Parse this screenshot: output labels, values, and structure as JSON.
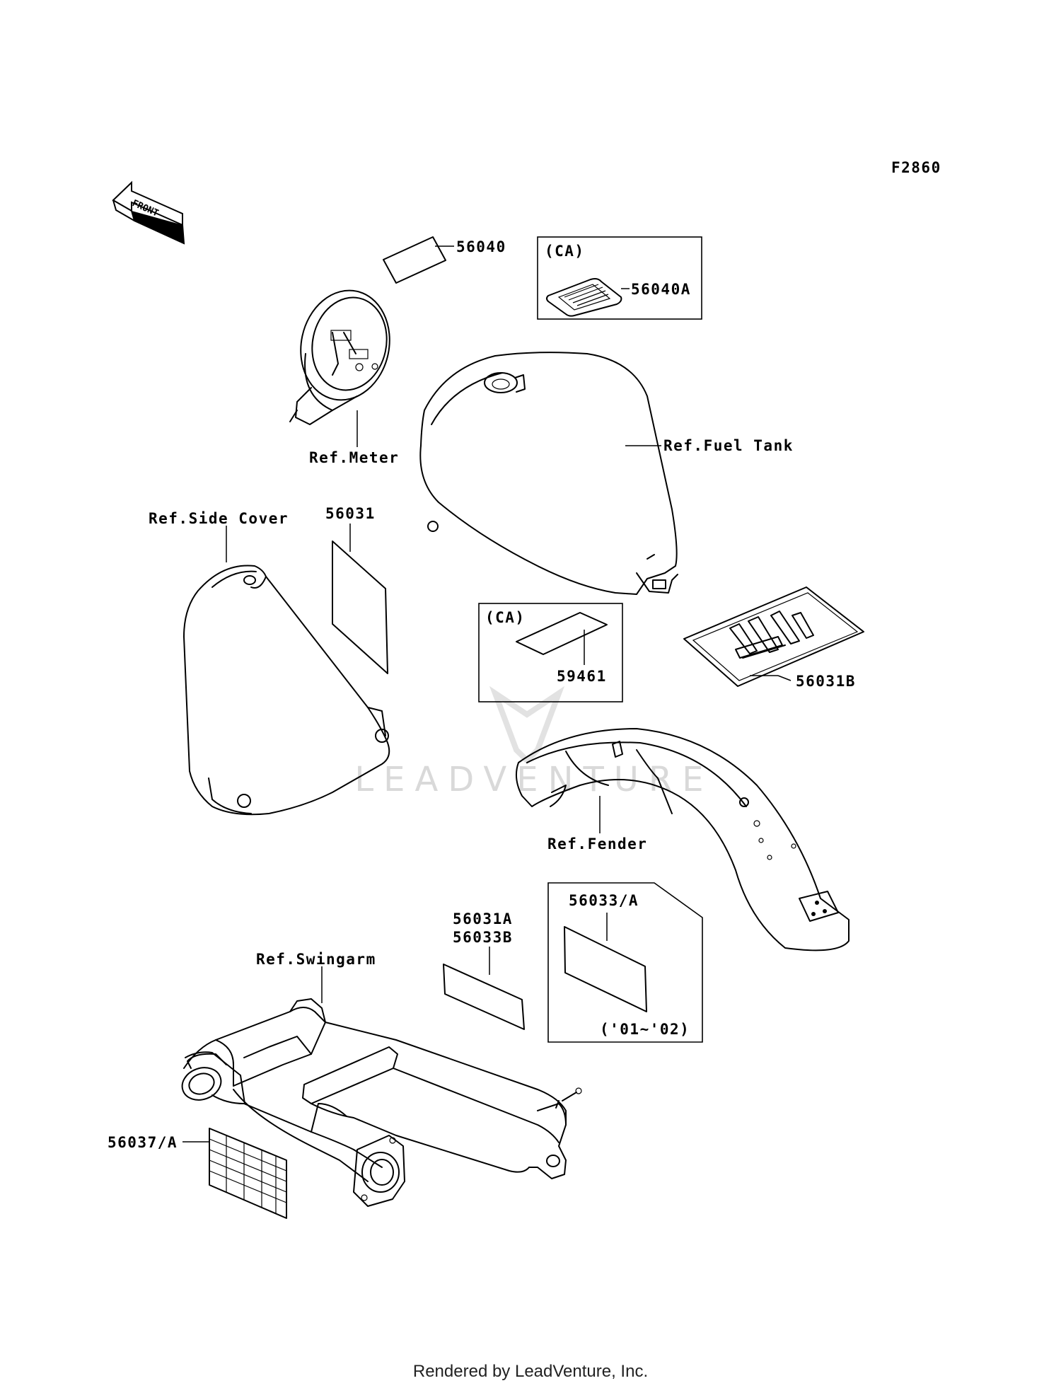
{
  "diagram": {
    "code": "F2860",
    "front_label": "FRONT",
    "footer": "Rendered by LeadVenture, Inc.",
    "watermark": "LEADVENTURE",
    "labels": {
      "p56040": "56040",
      "ca_top": "(CA)",
      "p56040A": "56040A",
      "ref_meter": "Ref.Meter",
      "ref_fuel_tank": "Ref.Fuel Tank",
      "ref_side_cover": "Ref.Side Cover",
      "p56031": "56031",
      "ca_mid": "(CA)",
      "p59461": "59461",
      "p56031B": "56031B",
      "ref_fender": "Ref.Fender",
      "p56031A": "56031A",
      "p56033B": "56033B",
      "p56033A": "56033/A",
      "years": "('01~'02)",
      "ref_swingarm": "Ref.Swingarm",
      "p56037A": "56037/A"
    }
  }
}
